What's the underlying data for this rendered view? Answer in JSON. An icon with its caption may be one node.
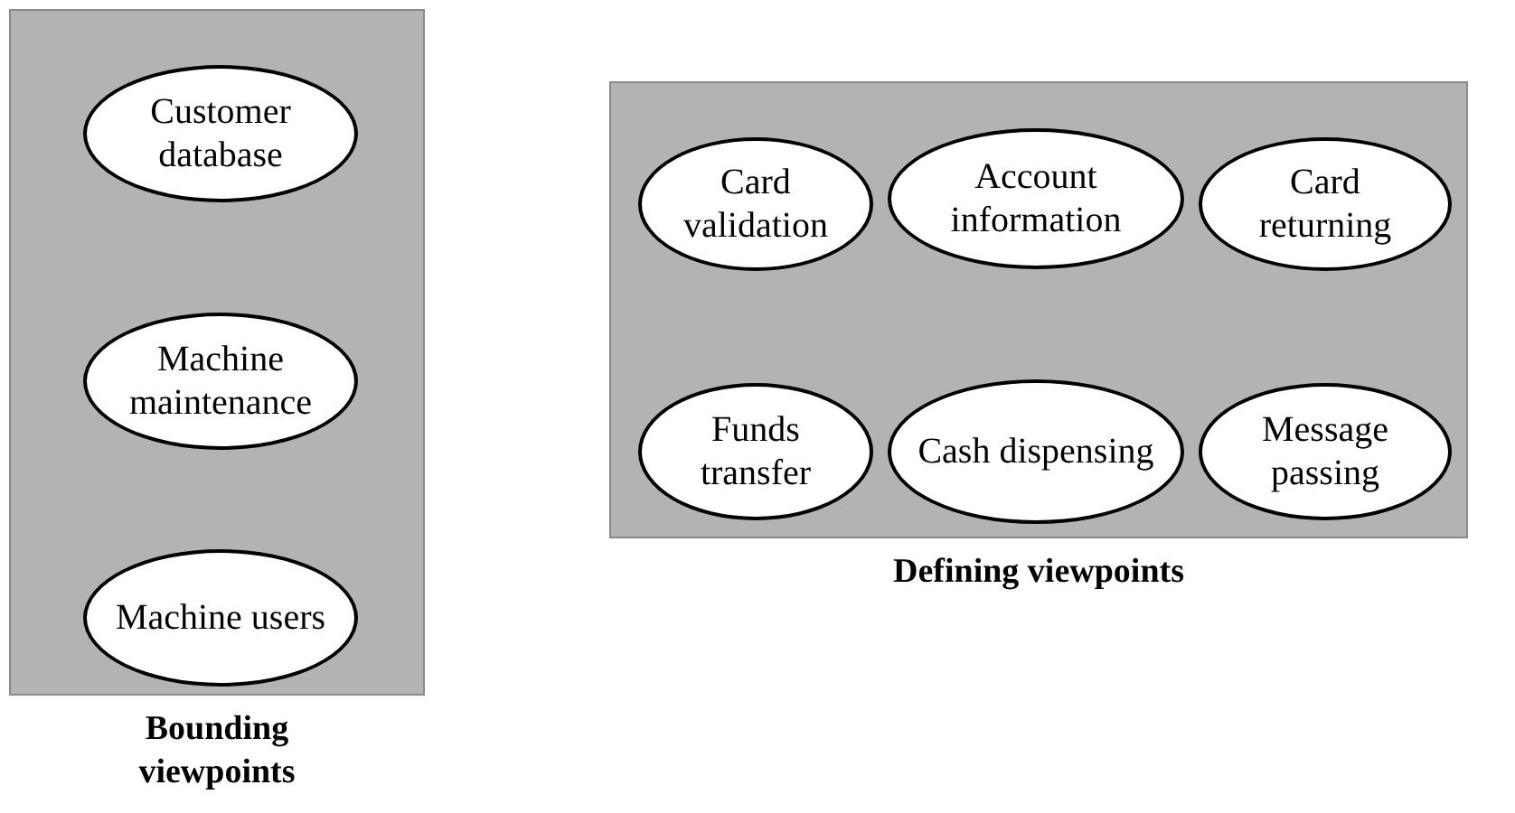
{
  "diagram": {
    "nodes": [
      {
        "text": [
          "Bounding viewpoints"
        ]
      },
      {
        "text": [
          "Customer database"
        ],
        "in": 0
      },
      {
        "text": [
          "Machine maintenance"
        ],
        "in": 0
      },
      {
        "text": [
          "Machine users"
        ],
        "in": 0
      },
      {
        "text": [
          "Defining viewpoints"
        ]
      },
      {
        "text": [
          "Card validation"
        ],
        "in": 4
      },
      {
        "text": [
          "Account information"
        ],
        "in": 4
      },
      {
        "text": [
          "Card returning"
        ],
        "in": 4
      },
      {
        "text": [
          "Funds transfer"
        ],
        "in": 4
      },
      {
        "text": [
          "Cash dispensing"
        ],
        "in": 4
      },
      {
        "text": [
          "Message passing"
        ],
        "in": 4
      }
    ]
  }
}
